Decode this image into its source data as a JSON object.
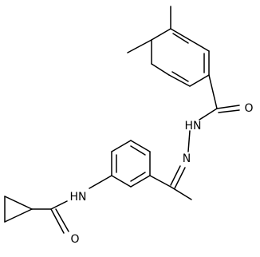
{
  "molecule": {
    "atom_labels": {
      "o_top": "O",
      "hn_upper": "HN",
      "n_imine": "N",
      "hn_lower": "HN",
      "o_bottom": "O"
    }
  }
}
